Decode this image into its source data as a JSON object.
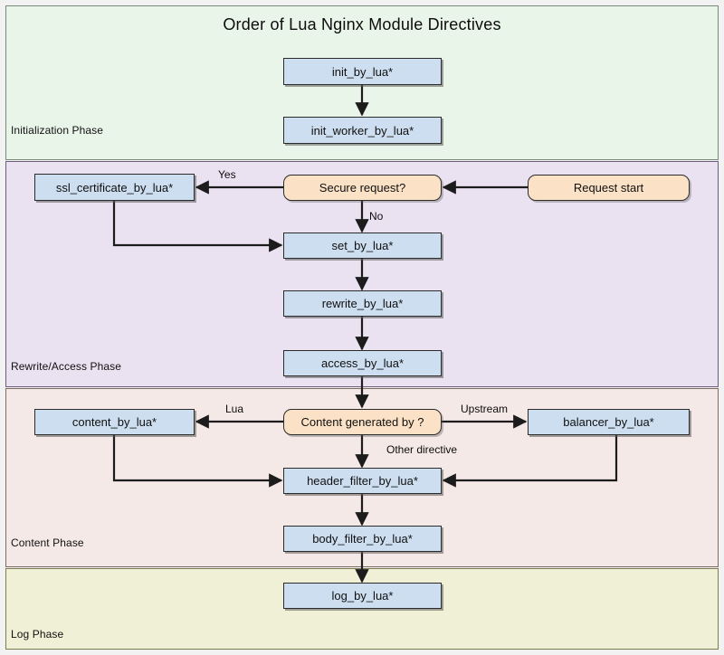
{
  "diagram": {
    "title": "Order of Lua Nginx Module Directives",
    "background": "#f2f2f2"
  },
  "phases": [
    {
      "id": "initialization",
      "label": "Initialization Phase",
      "color": "#eaf5ea"
    },
    {
      "id": "rewrite_access",
      "label": "Rewrite/Access Phase",
      "color": "#ebe2f1"
    },
    {
      "id": "content",
      "label": "Content Phase",
      "color": "#f5e9e7"
    },
    {
      "id": "log",
      "label": "Log Phase",
      "color": "#f0f0d6"
    }
  ],
  "nodes": [
    {
      "id": "init_by_lua",
      "label": "init_by_lua*",
      "shape": "rect",
      "fill": "#cddef0"
    },
    {
      "id": "init_worker_by_lua",
      "label": "init_worker_by_lua*",
      "shape": "rect",
      "fill": "#cddef0"
    },
    {
      "id": "request_start",
      "label": "Request start",
      "shape": "rounded",
      "fill": "#fbe2c6"
    },
    {
      "id": "secure_request",
      "label": "Secure request?",
      "shape": "rounded",
      "fill": "#fbe2c6"
    },
    {
      "id": "ssl_certificate",
      "label": "ssl_certificate_by_lua*",
      "shape": "rect",
      "fill": "#cddef0"
    },
    {
      "id": "set_by_lua",
      "label": "set_by_lua*",
      "shape": "rect",
      "fill": "#cddef0"
    },
    {
      "id": "rewrite_by_lua",
      "label": "rewrite_by_lua*",
      "shape": "rect",
      "fill": "#cddef0"
    },
    {
      "id": "access_by_lua",
      "label": "access_by_lua*",
      "shape": "rect",
      "fill": "#cddef0"
    },
    {
      "id": "content_generated",
      "label": "Content generated by ?",
      "shape": "rounded",
      "fill": "#fbe2c6"
    },
    {
      "id": "content_by_lua",
      "label": "content_by_lua*",
      "shape": "rect",
      "fill": "#cddef0"
    },
    {
      "id": "balancer_by_lua",
      "label": "balancer_by_lua*",
      "shape": "rect",
      "fill": "#cddef0"
    },
    {
      "id": "header_filter",
      "label": "header_filter_by_lua*",
      "shape": "rect",
      "fill": "#cddef0"
    },
    {
      "id": "body_filter",
      "label": "body_filter_by_lua*",
      "shape": "rect",
      "fill": "#cddef0"
    },
    {
      "id": "log_by_lua",
      "label": "log_by_lua*",
      "shape": "rect",
      "fill": "#cddef0"
    }
  ],
  "edge_labels": {
    "yes": "Yes",
    "no": "No",
    "lua": "Lua",
    "upstream": "Upstream",
    "other_directive": "Other directive"
  },
  "edges": [
    {
      "from": "init_by_lua",
      "to": "init_worker_by_lua",
      "label": ""
    },
    {
      "from": "request_start",
      "to": "secure_request",
      "label": ""
    },
    {
      "from": "secure_request",
      "to": "ssl_certificate",
      "label": "Yes"
    },
    {
      "from": "secure_request",
      "to": "set_by_lua",
      "label": "No"
    },
    {
      "from": "ssl_certificate",
      "to": "set_by_lua",
      "label": ""
    },
    {
      "from": "set_by_lua",
      "to": "rewrite_by_lua",
      "label": ""
    },
    {
      "from": "rewrite_by_lua",
      "to": "access_by_lua",
      "label": ""
    },
    {
      "from": "access_by_lua",
      "to": "content_generated",
      "label": ""
    },
    {
      "from": "content_generated",
      "to": "content_by_lua",
      "label": "Lua"
    },
    {
      "from": "content_generated",
      "to": "balancer_by_lua",
      "label": "Upstream"
    },
    {
      "from": "content_generated",
      "to": "header_filter",
      "label": "Other directive"
    },
    {
      "from": "content_by_lua",
      "to": "header_filter",
      "label": ""
    },
    {
      "from": "balancer_by_lua",
      "to": "header_filter",
      "label": ""
    },
    {
      "from": "header_filter",
      "to": "body_filter",
      "label": ""
    },
    {
      "from": "body_filter",
      "to": "log_by_lua",
      "label": ""
    }
  ]
}
